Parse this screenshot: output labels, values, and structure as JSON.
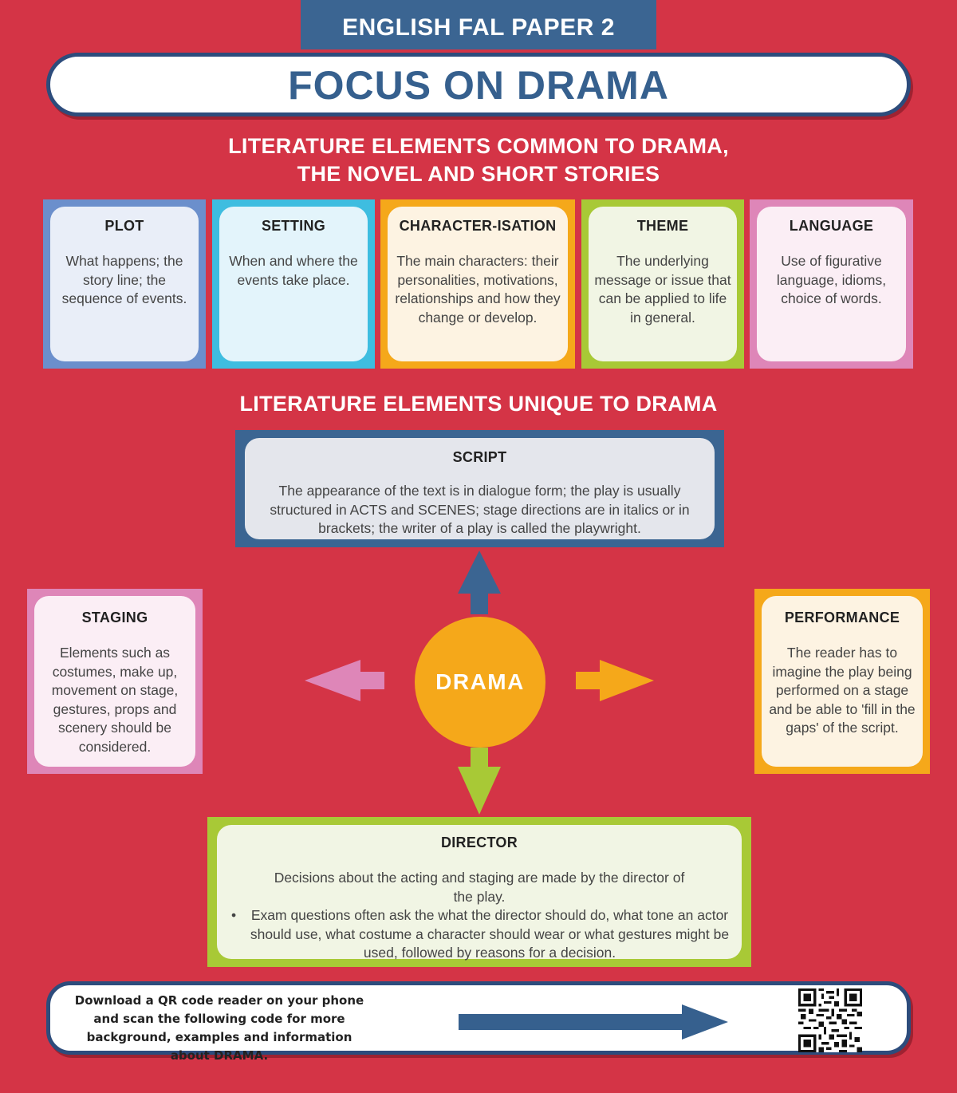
{
  "header": {
    "paper": "ENGLISH FAL PAPER 2",
    "title": "FOCUS ON DRAMA"
  },
  "common": {
    "heading_line1": "LITERATURE ELEMENTS COMMON TO DRAMA,",
    "heading_line2": "THE NOVEL AND SHORT STORIES",
    "cards": [
      {
        "title": "PLOT",
        "text": "What happens; the story line; the  sequence of events."
      },
      {
        "title": "SETTING",
        "text": "When and where the events take place."
      },
      {
        "title": "CHARACTER-ISATION",
        "text": "The main characters: their personalities, motivations, relationships and how they change or develop."
      },
      {
        "title": "THEME",
        "text": "The underlying message or issue that can be applied to life in general."
      },
      {
        "title": "LANGUAGE",
        "text": "Use of figurative language, idioms, choice of words."
      }
    ]
  },
  "unique": {
    "heading": "LITERATURE ELEMENTS UNIQUE TO DRAMA",
    "center": "DRAMA",
    "script": {
      "title": "SCRIPT",
      "text": "The appearance of the text is in dialogue form; the play is usually structured in ACTS and SCENES; stage directions are in italics or in brackets; the writer of a play is called the playwright."
    },
    "staging": {
      "title": "STAGING",
      "text": "Elements such as costumes, make up, movement on stage, gestures, props and scenery should be considered."
    },
    "performance": {
      "title": "PERFORMANCE",
      "text": "The reader has to imagine the play being performed on a stage and be able to 'fill in  the gaps' of the script."
    },
    "director": {
      "title": "DIRECTOR",
      "text": "Decisions about the acting and staging are made by the director of the play.",
      "bullet": "Exam questions often ask the what the director should do, what tone an actor should use, what costume a character should wear or what gestures might be used, followed by reasons for a decision."
    }
  },
  "footer": {
    "qr_text": "Download a QR code reader on your phone and scan the following code for more background, examples and information about DRAMA.",
    "qr_icon": "qr-code-icon"
  },
  "colors": {
    "background": "#d43446",
    "navy": "#3b6592",
    "plot": "#6b8fcc",
    "setting": "#3ebde0",
    "characterisation": "#f5a81a",
    "theme": "#a8c936",
    "language": "#de86b8"
  }
}
